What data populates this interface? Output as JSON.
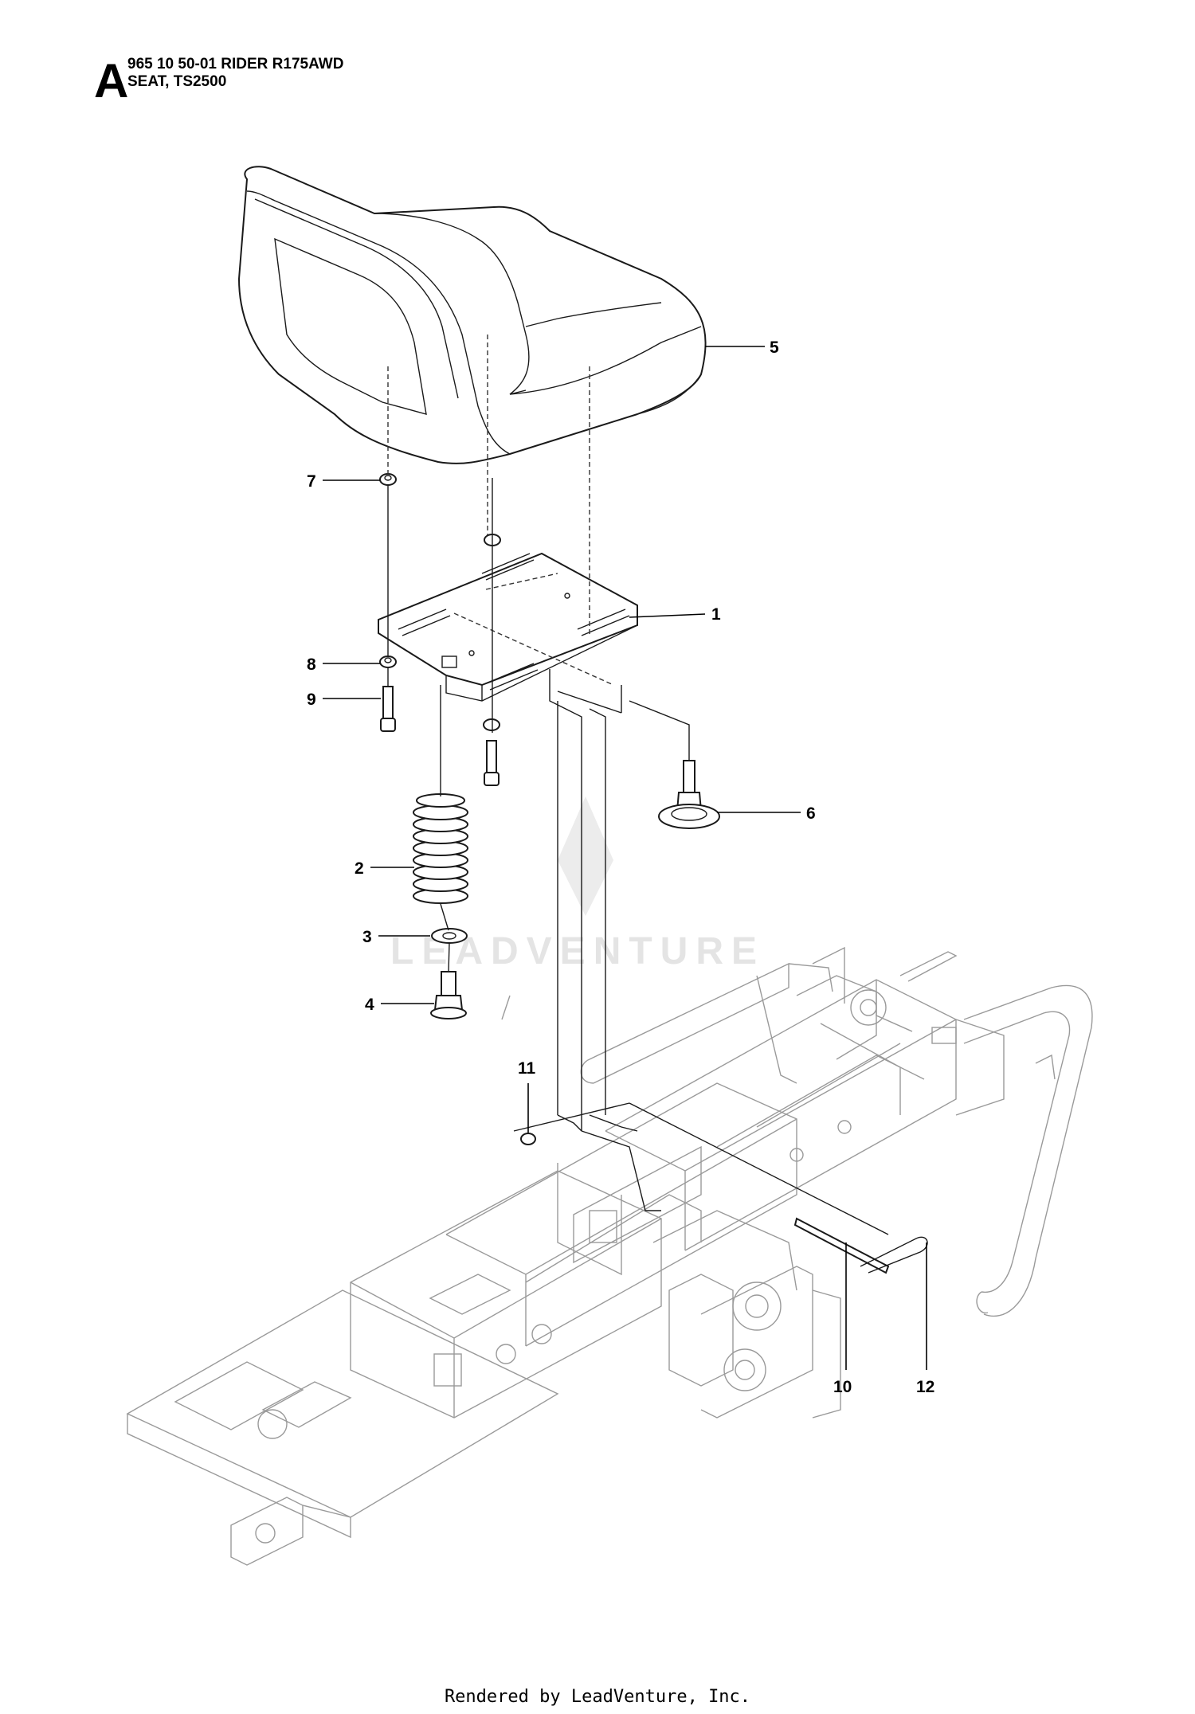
{
  "header": {
    "section_letter": "A",
    "model_line": "965 10 50-01 RIDER R175AWD",
    "section_line": "SEAT, TS2500"
  },
  "callouts": [
    {
      "id": "c1",
      "label": "1"
    },
    {
      "id": "c2",
      "label": "2"
    },
    {
      "id": "c3",
      "label": "3"
    },
    {
      "id": "c4",
      "label": "4"
    },
    {
      "id": "c5",
      "label": "5"
    },
    {
      "id": "c6",
      "label": "6"
    },
    {
      "id": "c7",
      "label": "7"
    },
    {
      "id": "c8",
      "label": "8"
    },
    {
      "id": "c9",
      "label": "9"
    },
    {
      "id": "c10",
      "label": "10"
    },
    {
      "id": "c11",
      "label": "11"
    },
    {
      "id": "c12",
      "label": "12"
    }
  ],
  "watermark": "LEADVENTURE",
  "footer": "Rendered by LeadVenture, Inc."
}
